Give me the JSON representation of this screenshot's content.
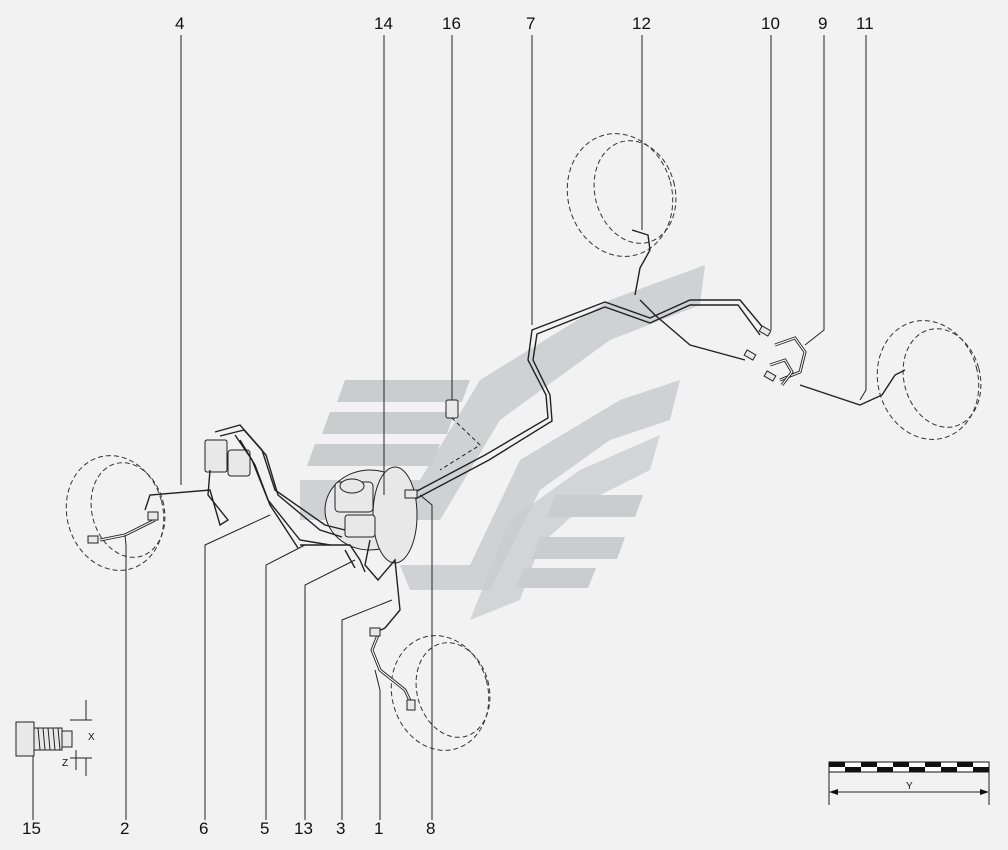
{
  "callouts": {
    "c1": "1",
    "c2": "2",
    "c3": "3",
    "c4": "4",
    "c5": "5",
    "c6": "6",
    "c7": "7",
    "c8": "8",
    "c9": "9",
    "c10": "10",
    "c11": "11",
    "c12": "12",
    "c13": "13",
    "c14": "14",
    "c15": "15",
    "c16": "16"
  },
  "fitting_dims": {
    "x": "X",
    "z": "Z"
  },
  "scale_bar": {
    "label": "Y"
  }
}
